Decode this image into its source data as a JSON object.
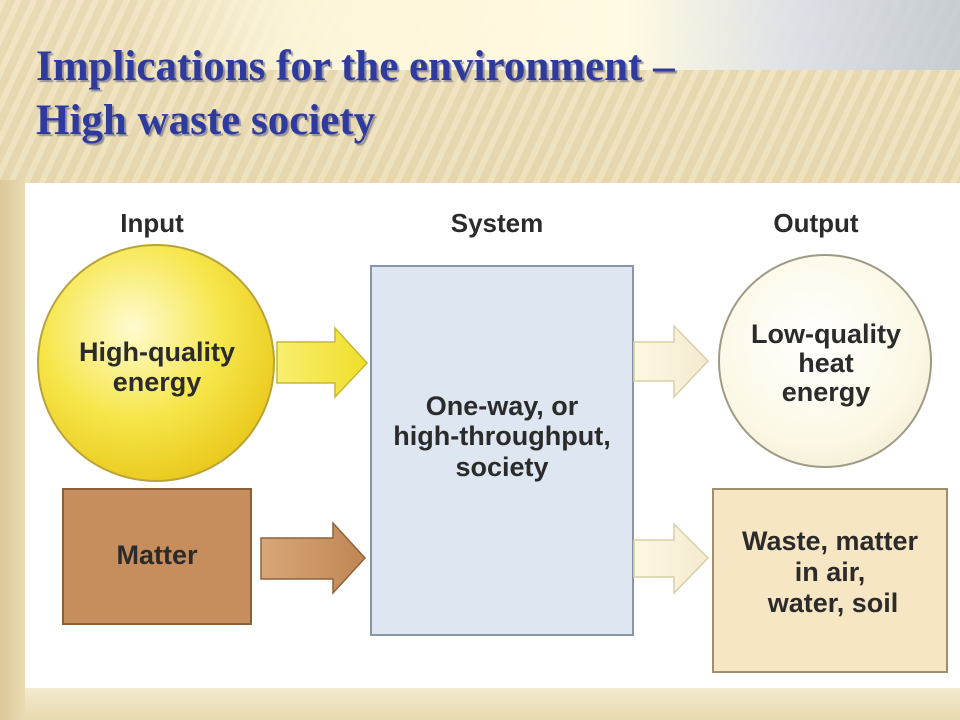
{
  "slide": {
    "title_line1": "Implications for the environment –",
    "title_line2": "High waste society"
  },
  "diagram": {
    "headers": {
      "input": "Input",
      "system": "System",
      "output": "Output"
    },
    "input_energy": [
      "High-quality",
      "energy"
    ],
    "input_matter": "Matter",
    "system_box": [
      "One-way, or",
      "high-throughput,",
      "society"
    ],
    "output_energy": [
      "Low-quality",
      "heat",
      "energy"
    ],
    "output_matter": [
      "Waste, matter",
      "in air,",
      "water, soil"
    ]
  },
  "colors": {
    "title": "#2f3a9f",
    "energy_in": "#f4e026",
    "energy_arrow": "#f2e43a",
    "matter": "#c68e5c",
    "system": "#dde6f1",
    "output_energy": "#fbf6df",
    "output_matter": "#f7e6c3"
  }
}
